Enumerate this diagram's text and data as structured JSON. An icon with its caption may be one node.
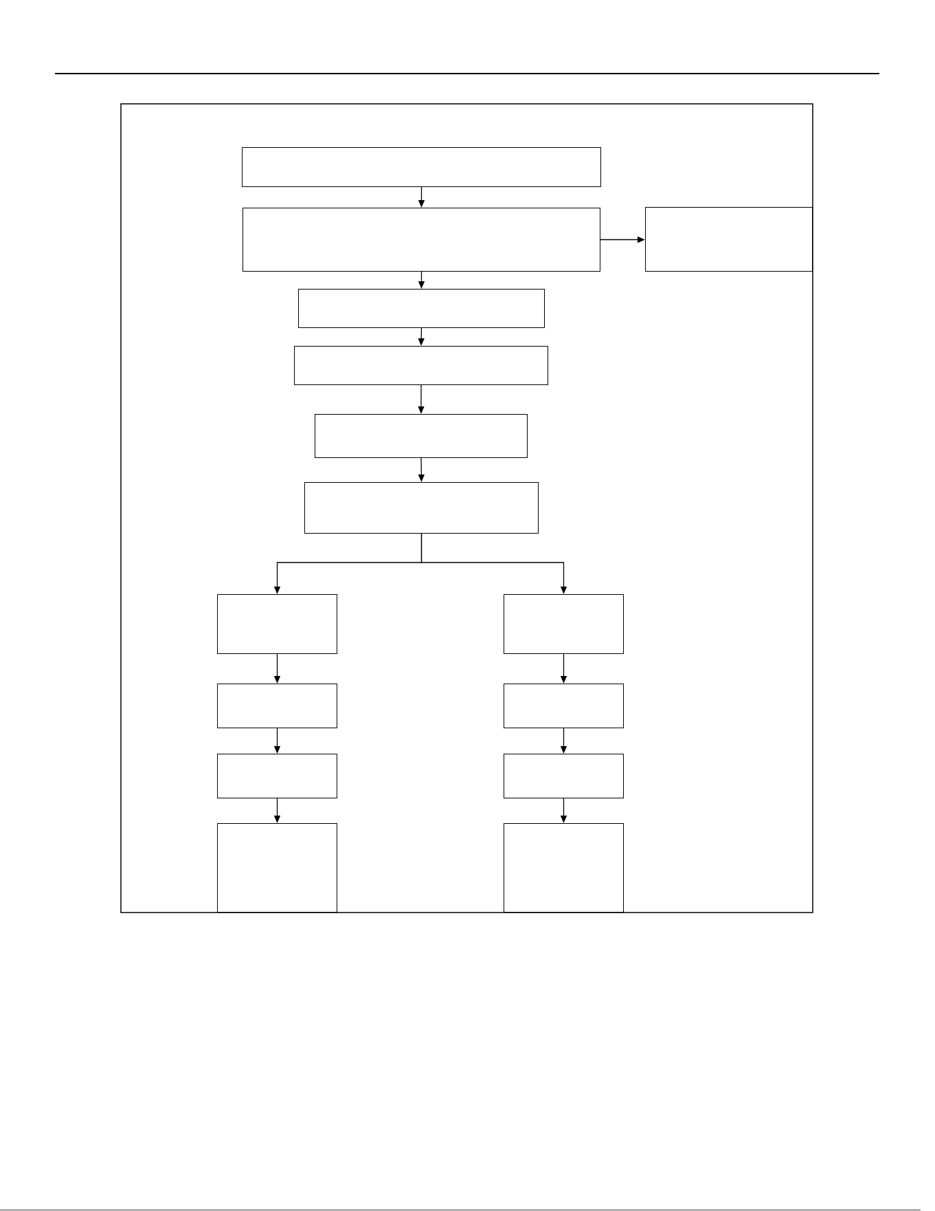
{
  "diagram": {
    "nodes": [
      {
        "text": [],
        "shape": "box"
      },
      {
        "text": [],
        "shape": "box"
      },
      {
        "text": [],
        "shape": "box"
      },
      {
        "text": [],
        "shape": "box"
      },
      {
        "text": [],
        "shape": "box"
      },
      {
        "text": [],
        "shape": "box"
      },
      {
        "text": [],
        "shape": "box"
      },
      {
        "text": [],
        "shape": "box"
      },
      {
        "text": [],
        "shape": "box"
      },
      {
        "text": [],
        "shape": "box"
      },
      {
        "text": [],
        "shape": "box"
      },
      {
        "text": [],
        "shape": "box"
      },
      {
        "text": [],
        "shape": "box"
      },
      {
        "text": [],
        "shape": "box"
      },
      {
        "text": [],
        "shape": "box"
      }
    ],
    "edges": [
      {
        "from": 0,
        "to": 1,
        "arrow": "to"
      },
      {
        "from": 1,
        "to": 2,
        "arrow": "to"
      },
      {
        "from": 1,
        "to": 3,
        "arrow": "to"
      },
      {
        "from": 3,
        "to": 4,
        "arrow": "to"
      },
      {
        "from": 4,
        "to": 5,
        "arrow": "to"
      },
      {
        "from": 5,
        "to": 6,
        "arrow": "to"
      },
      {
        "from": 6,
        "to": 7,
        "arrow": "to"
      },
      {
        "from": 6,
        "to": 8,
        "arrow": "to"
      },
      {
        "from": 7,
        "to": 9,
        "arrow": "to"
      },
      {
        "from": 9,
        "to": 11,
        "arrow": "to"
      },
      {
        "from": 11,
        "to": 13,
        "arrow": "to"
      },
      {
        "from": 8,
        "to": 10,
        "arrow": "to"
      },
      {
        "from": 10,
        "to": 12,
        "arrow": "to"
      },
      {
        "from": 12,
        "to": 14,
        "arrow": "to"
      }
    ]
  }
}
